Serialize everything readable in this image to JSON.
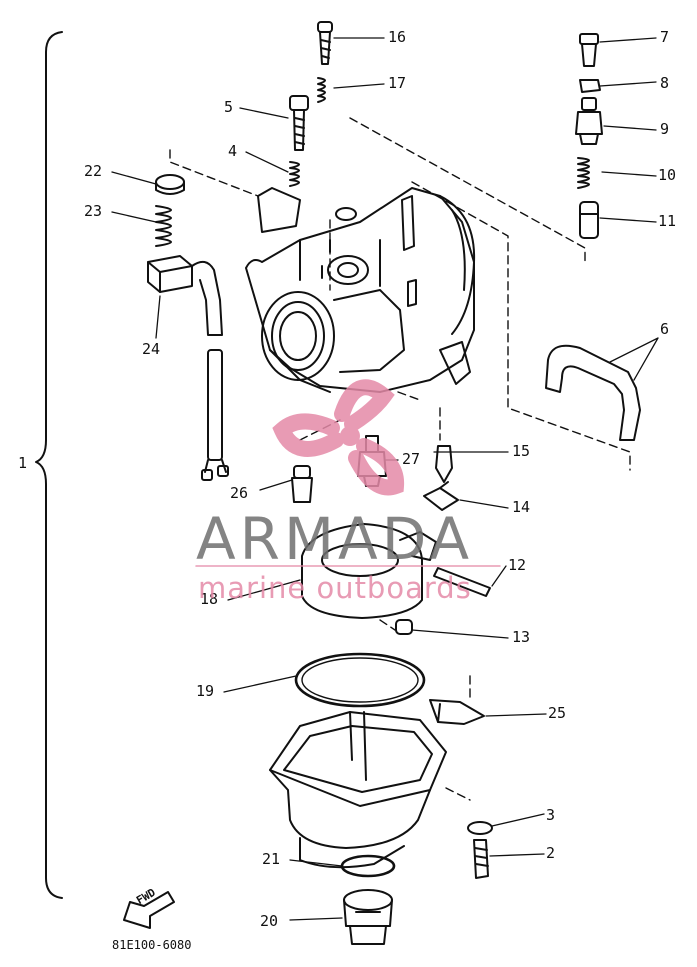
{
  "diagram": {
    "callouts": [
      "1",
      "2",
      "3",
      "4",
      "5",
      "6",
      "7",
      "8",
      "9",
      "10",
      "11",
      "12",
      "13",
      "14",
      "15",
      "16",
      "17",
      "18",
      "19",
      "20",
      "21",
      "22",
      "23",
      "24",
      "25",
      "26",
      "27"
    ],
    "fwd_label": "FWD",
    "part_code": "81E100-6080"
  },
  "watermark": {
    "title": "ARMADA",
    "subtitle": "marine outboards",
    "accent_color": "#e58aa8",
    "text_color": "#6f6f6f"
  }
}
